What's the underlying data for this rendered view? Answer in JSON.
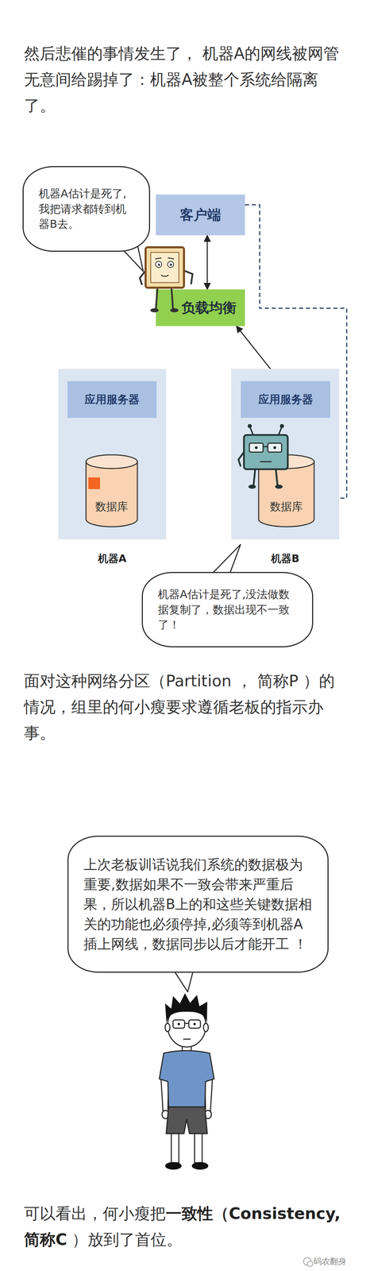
{
  "diagram": {
    "nodes": [
      {
        "text": [
          "机器A估计是死了,我把请求都转到机器B去。"
        ]
      },
      {
        "text": [
          "客户端"
        ]
      },
      {
        "text": [
          "负载均衡"
        ]
      },
      {
        "text": [
          "机器A"
        ]
      },
      {
        "text": [
          "应用服务器"
        ],
        "in": 3
      },
      {
        "text": [
          "数据库"
        ],
        "in": 3
      },
      {
        "text": [
          "机器B"
        ]
      },
      {
        "text": [
          "应用服务器"
        ],
        "in": 6
      },
      {
        "text": [
          "数据库"
        ],
        "in": 6
      },
      {
        "text": [
          "机器A估计是死了,没法做数据复制了，数据出现不一致了！"
        ]
      },
      {
        "text": [
          "上次老板训话说我们系统的数据极为重要,数据如果不一致会带来严重后果，所以机器B上的和这些关键数据相关的功能也必须停掉,必须等到机器A插上网线，数据同步以后才能开工 ！"
        ]
      }
    ],
    "edges": [
      {
        "from": 1,
        "to": 2,
        "arrow": "both"
      },
      {
        "from": 2,
        "to": 7,
        "arrow": "both"
      },
      {
        "from": 4,
        "to": 5,
        "arrow": "both"
      },
      {
        "from": 7,
        "to": 8,
        "arrow": "both"
      },
      {
        "from": 1,
        "to": 8,
        "arrow": "to"
      }
    ],
    "labels": [
      "然后悲催的事情发生了， 机器A的网线被网管无意间给踢掉了：机器A被整个系统给隔离了。",
      "面对这种网络分区（Partition ， 简称P ）的情况，组里的何小瘦要求遵循老板的指示办事。",
      "可以看出，何小瘦把",
      "一致性（Consistency, 简称C",
      " ）放到了首位。",
      "码农翻身"
    ]
  }
}
